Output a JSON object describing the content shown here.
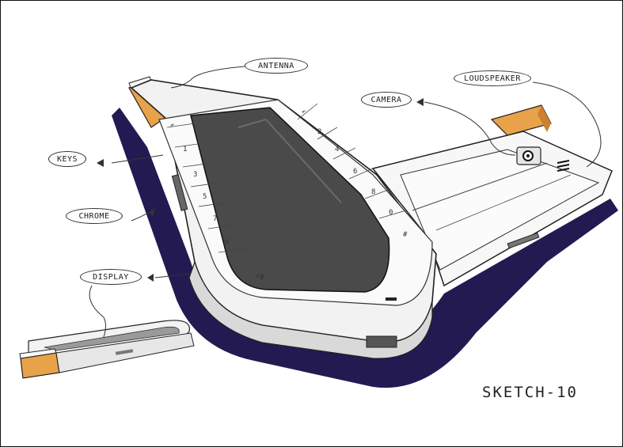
{
  "labels": {
    "antenna": "ANTENNA",
    "loudspeaker": "LOUDSPEAKER",
    "camera": "CAMERA",
    "keys": "KEYS",
    "chrome": "CHROME",
    "display": "DISPLAY"
  },
  "keypad": {
    "left_column": [
      "↶",
      "1",
      "3",
      "5",
      "7",
      "9",
      "*#"
    ],
    "right_column": [
      "↶",
      "2",
      "4",
      "6",
      "8",
      "0",
      "#"
    ]
  },
  "signature": "SKETCH-10",
  "colors": {
    "accent_orange": "#e8a24a",
    "shadow_purple": "#241a52",
    "screen_gray": "#4a4a4a",
    "ink": "#222222"
  }
}
